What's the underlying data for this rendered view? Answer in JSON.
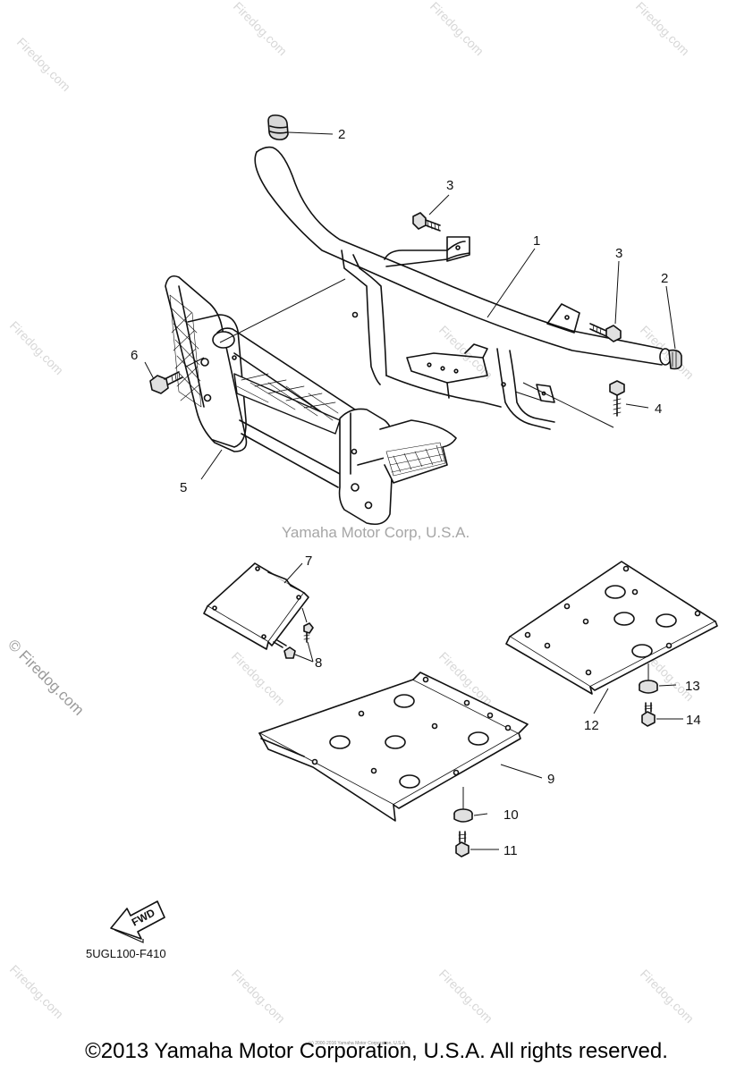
{
  "watermark": {
    "site": "Firedog.com",
    "side_label": "© Firedog.com"
  },
  "diagram": {
    "corp_label": "Yamaha Motor Corp, U.S.A.",
    "part_code": "5UGL100-F410",
    "fwd_label": "FWD",
    "callouts": {
      "c1": "1",
      "c2a": "2",
      "c2b": "2",
      "c3a": "3",
      "c3b": "3",
      "c4": "4",
      "c5": "5",
      "c6": "6",
      "c7": "7",
      "c8": "8",
      "c9": "9",
      "c10": "10",
      "c11": "11",
      "c12": "12",
      "c13": "13",
      "c14": "14"
    }
  },
  "footer": {
    "copyright": "©2013 Yamaha Motor Corporation, U.S.A. All rights reserved.",
    "small_print": "(c) 2000-2016 Yamaha Motor Corporation, U.S.A."
  }
}
